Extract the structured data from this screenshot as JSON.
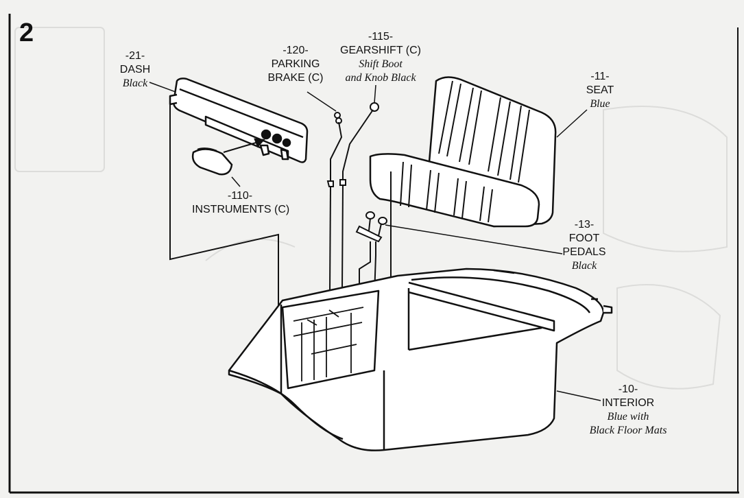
{
  "step_number": "2",
  "parts": {
    "dash": {
      "number": "-21-",
      "name": "DASH",
      "color": "Black"
    },
    "parking_brake": {
      "number": "-120-",
      "name_line1": "PARKING",
      "name_line2": "BRAKE (C)"
    },
    "gearshift": {
      "number": "-115-",
      "name": "GEARSHIFT (C)",
      "color_line1": "Shift Boot",
      "color_line2": "and Knob Black"
    },
    "seat": {
      "number": "-11-",
      "name": "SEAT",
      "color": "Blue"
    },
    "instruments": {
      "number": "-110-",
      "name": "INSTRUMENTS (C)"
    },
    "foot_pedals": {
      "number": "-13-",
      "name_line1": "FOOT",
      "name_line2": "PEDALS",
      "color": "Black"
    },
    "interior": {
      "number": "-10-",
      "name": "INTERIOR",
      "color_line1": "Blue with",
      "color_line2": "Black Floor Mats"
    }
  }
}
